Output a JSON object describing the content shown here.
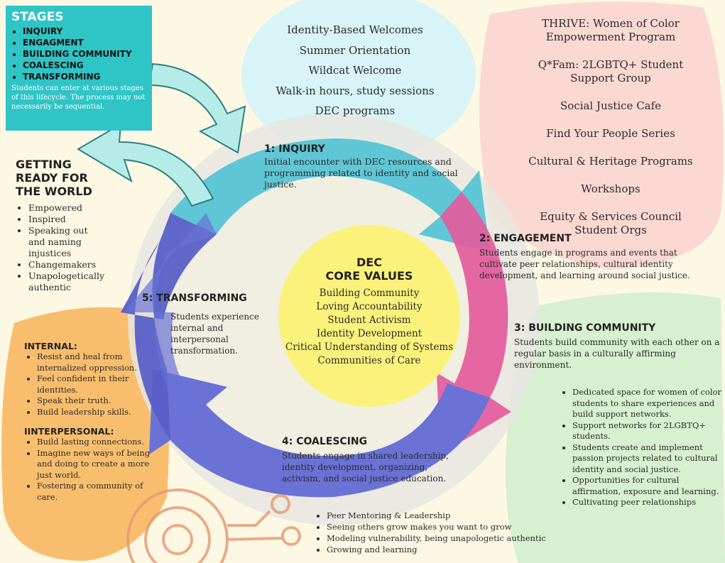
{
  "stages_box": {
    "title": "STAGES",
    "items": [
      "INQUIRY",
      "ENGAGMENT",
      "BUILDING COMMUNITY",
      "COALESCING",
      "TRANSFORMING"
    ],
    "note": "Students can enter at various stages of this lifecycle. The process may not necessarily be sequential."
  },
  "top_programs": [
    "Identity-Based Welcomes",
    "Summer Orientation",
    "Wildcat Welcome",
    "Walk-in hours, study sessions",
    "DEC programs"
  ],
  "right_programs": [
    "THRIVE: Women of Color Empowerment Program",
    "Q*Fam: 2LGBTQ+ Student Support Group",
    "Social Justice Cafe",
    "Find Your People Series",
    "Cultural & Heritage Programs",
    "Workshops",
    "Equity & Services Council Student Orgs"
  ],
  "getting_ready": {
    "title": "GETTING READY FOR THE WORLD",
    "items": [
      "Empowered",
      "Inspired",
      "Speaking out and naming injustices",
      "Changemakers",
      "Unapologetically authentic"
    ]
  },
  "core_values": {
    "title_line1": "DEC",
    "title_line2": "CORE VALUES",
    "items": [
      "Building Community",
      "Loving Accountability",
      "Student Activism",
      "Identity Development",
      "Critical Understanding of Systems",
      "Communities of Care"
    ]
  },
  "stage1": {
    "title": "1: INQUIRY",
    "text": "Initial encounter with DEC resources and programming related to identity and social justice."
  },
  "stage2": {
    "title": "2: ENGAGEMENT",
    "text": "Students engage in programs and events that cultivate peer relationships, cultural identity development, and learning around social justice."
  },
  "stage3": {
    "title": "3: BUILDING COMMUNITY",
    "text": "Students build community with each other on a regular basis in a culturally affirming environment.",
    "bullets": [
      "Dedicated space for women of color students to share experiences and build support networks.",
      "Support networks for 2LGBTQ+ students.",
      "Students create and implement passion projects related to cultural identity and social justice.",
      "Opportunities for cultural affirmation, exposure and learning.",
      "Cultivating peer relationships"
    ]
  },
  "stage4": {
    "title": "4: COALESCING",
    "text": "Students engage in shared leadership, identity development, organizing, activism, and social justice education.",
    "bullets": [
      "Peer Mentoring & Leadership",
      "Seeing others grow makes you want to grow",
      "Modeling vulnerability, being unapologetic authentic",
      "Growing and learning"
    ]
  },
  "stage5": {
    "title": "5: TRANSFORMING",
    "text": "Students experience internal and interpersonal transformation."
  },
  "internal": {
    "title": "INTERNAL:",
    "items": [
      "Resist and heal from internalized oppression.",
      "Feel confident in their identities.",
      "Speak their truth.",
      "Build leadership skills."
    ]
  },
  "interpersonal": {
    "title": "IINTERPERSONAL:",
    "items": [
      "Build lasting connections.",
      "Imagine new ways of being and doing to create a more just world.",
      "Fostering a community of care."
    ]
  },
  "colors": {
    "teal": "#2fc4c6",
    "blue": "#5fc3d2",
    "pink": "#e0559a",
    "purple": "#6f74d6",
    "center": "#fbf27c"
  }
}
